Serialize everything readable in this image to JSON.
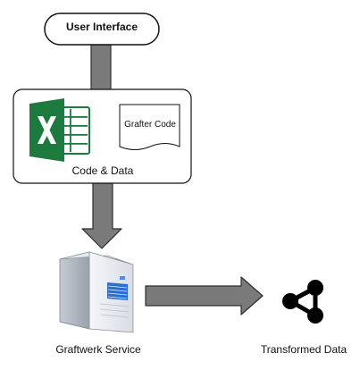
{
  "nodes": {
    "user_interface": "User Interface",
    "code_and_data": "Code & Data",
    "grafter_code": "Grafter Code",
    "graftwerk_service": "Graftwerk Service",
    "transformed_data": "Transformed Data"
  },
  "icons": {
    "spreadsheet": "excel-icon",
    "server": "server-tower-icon",
    "data": "share-graph-icon"
  },
  "colors": {
    "excel_green": "#1d7a3e",
    "arrow_fill": "#7a7a7a",
    "arrow_stroke": "#2e2e2e"
  }
}
